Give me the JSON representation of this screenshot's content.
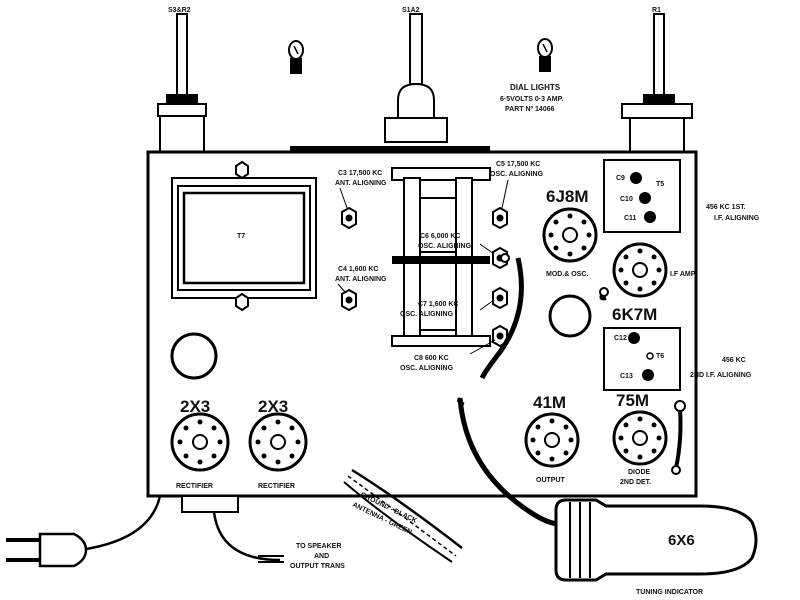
{
  "controls": {
    "left_shaft": "S3&R2",
    "center_shaft": "S1A2",
    "right_shaft": "R1"
  },
  "dial_lights": {
    "line1": "DIAL LIGHTS",
    "line2": "6·5VOLTS 0·3 AMP.",
    "line3": "PART Nº 14066"
  },
  "transformer": {
    "label": "T7"
  },
  "trimmers": {
    "c3": {
      "line1": "C3  17,500 KC",
      "line2": "ANT. ALIGNING"
    },
    "c4": {
      "line1": "C4  1,600 KC",
      "line2": "ANT. ALIGNING"
    },
    "c5": {
      "line1": "C5  17,500 KC",
      "line2": "OSC.  ALIGNING"
    },
    "c6": {
      "line1": "C6  6,000 KC",
      "line2": "OSC. ALIGNING"
    },
    "c7": {
      "line1": "C7  1,600 KC",
      "line2": "OSC.  ALIGNING"
    },
    "c8": {
      "line1": "C8  600 KC",
      "line2": "OSC.  ALIGNING"
    }
  },
  "t5": {
    "c9": "C9",
    "c10": "C10",
    "c11": "C11",
    "t5": "T5",
    "note1": "456 KC  1ST.",
    "note2": "I.F. ALIGNING"
  },
  "t6": {
    "c12": "C12",
    "c13": "C13",
    "t6": "T6",
    "note1": "456 KC",
    "note2": "2ND  I.F. ALIGNING"
  },
  "tubes": {
    "t6j8m": {
      "name": "6J8M",
      "caption": "MOD.& OSC."
    },
    "t6k7m": {
      "name": "6K7M",
      "caption": "I.F AMP."
    },
    "t41m": {
      "name": "41M",
      "caption": "OUTPUT"
    },
    "t75m": {
      "name": "75M",
      "caption1": "DIODE",
      "caption2": "2ND DET."
    },
    "rect1": {
      "name": "2X3",
      "caption": "RECTIFIER"
    },
    "rect2": {
      "name": "2X3",
      "caption": "RECTIFIER"
    }
  },
  "wires": {
    "ground": "GROUND - BLACK",
    "antenna": "ANTENNA - GREEN",
    "speaker1": "TO SPEAKER",
    "speaker2": "AND",
    "speaker3": "OUTPUT TRANS"
  },
  "tuning": {
    "tube": "6X6",
    "caption": "TUNING INDICATOR"
  }
}
